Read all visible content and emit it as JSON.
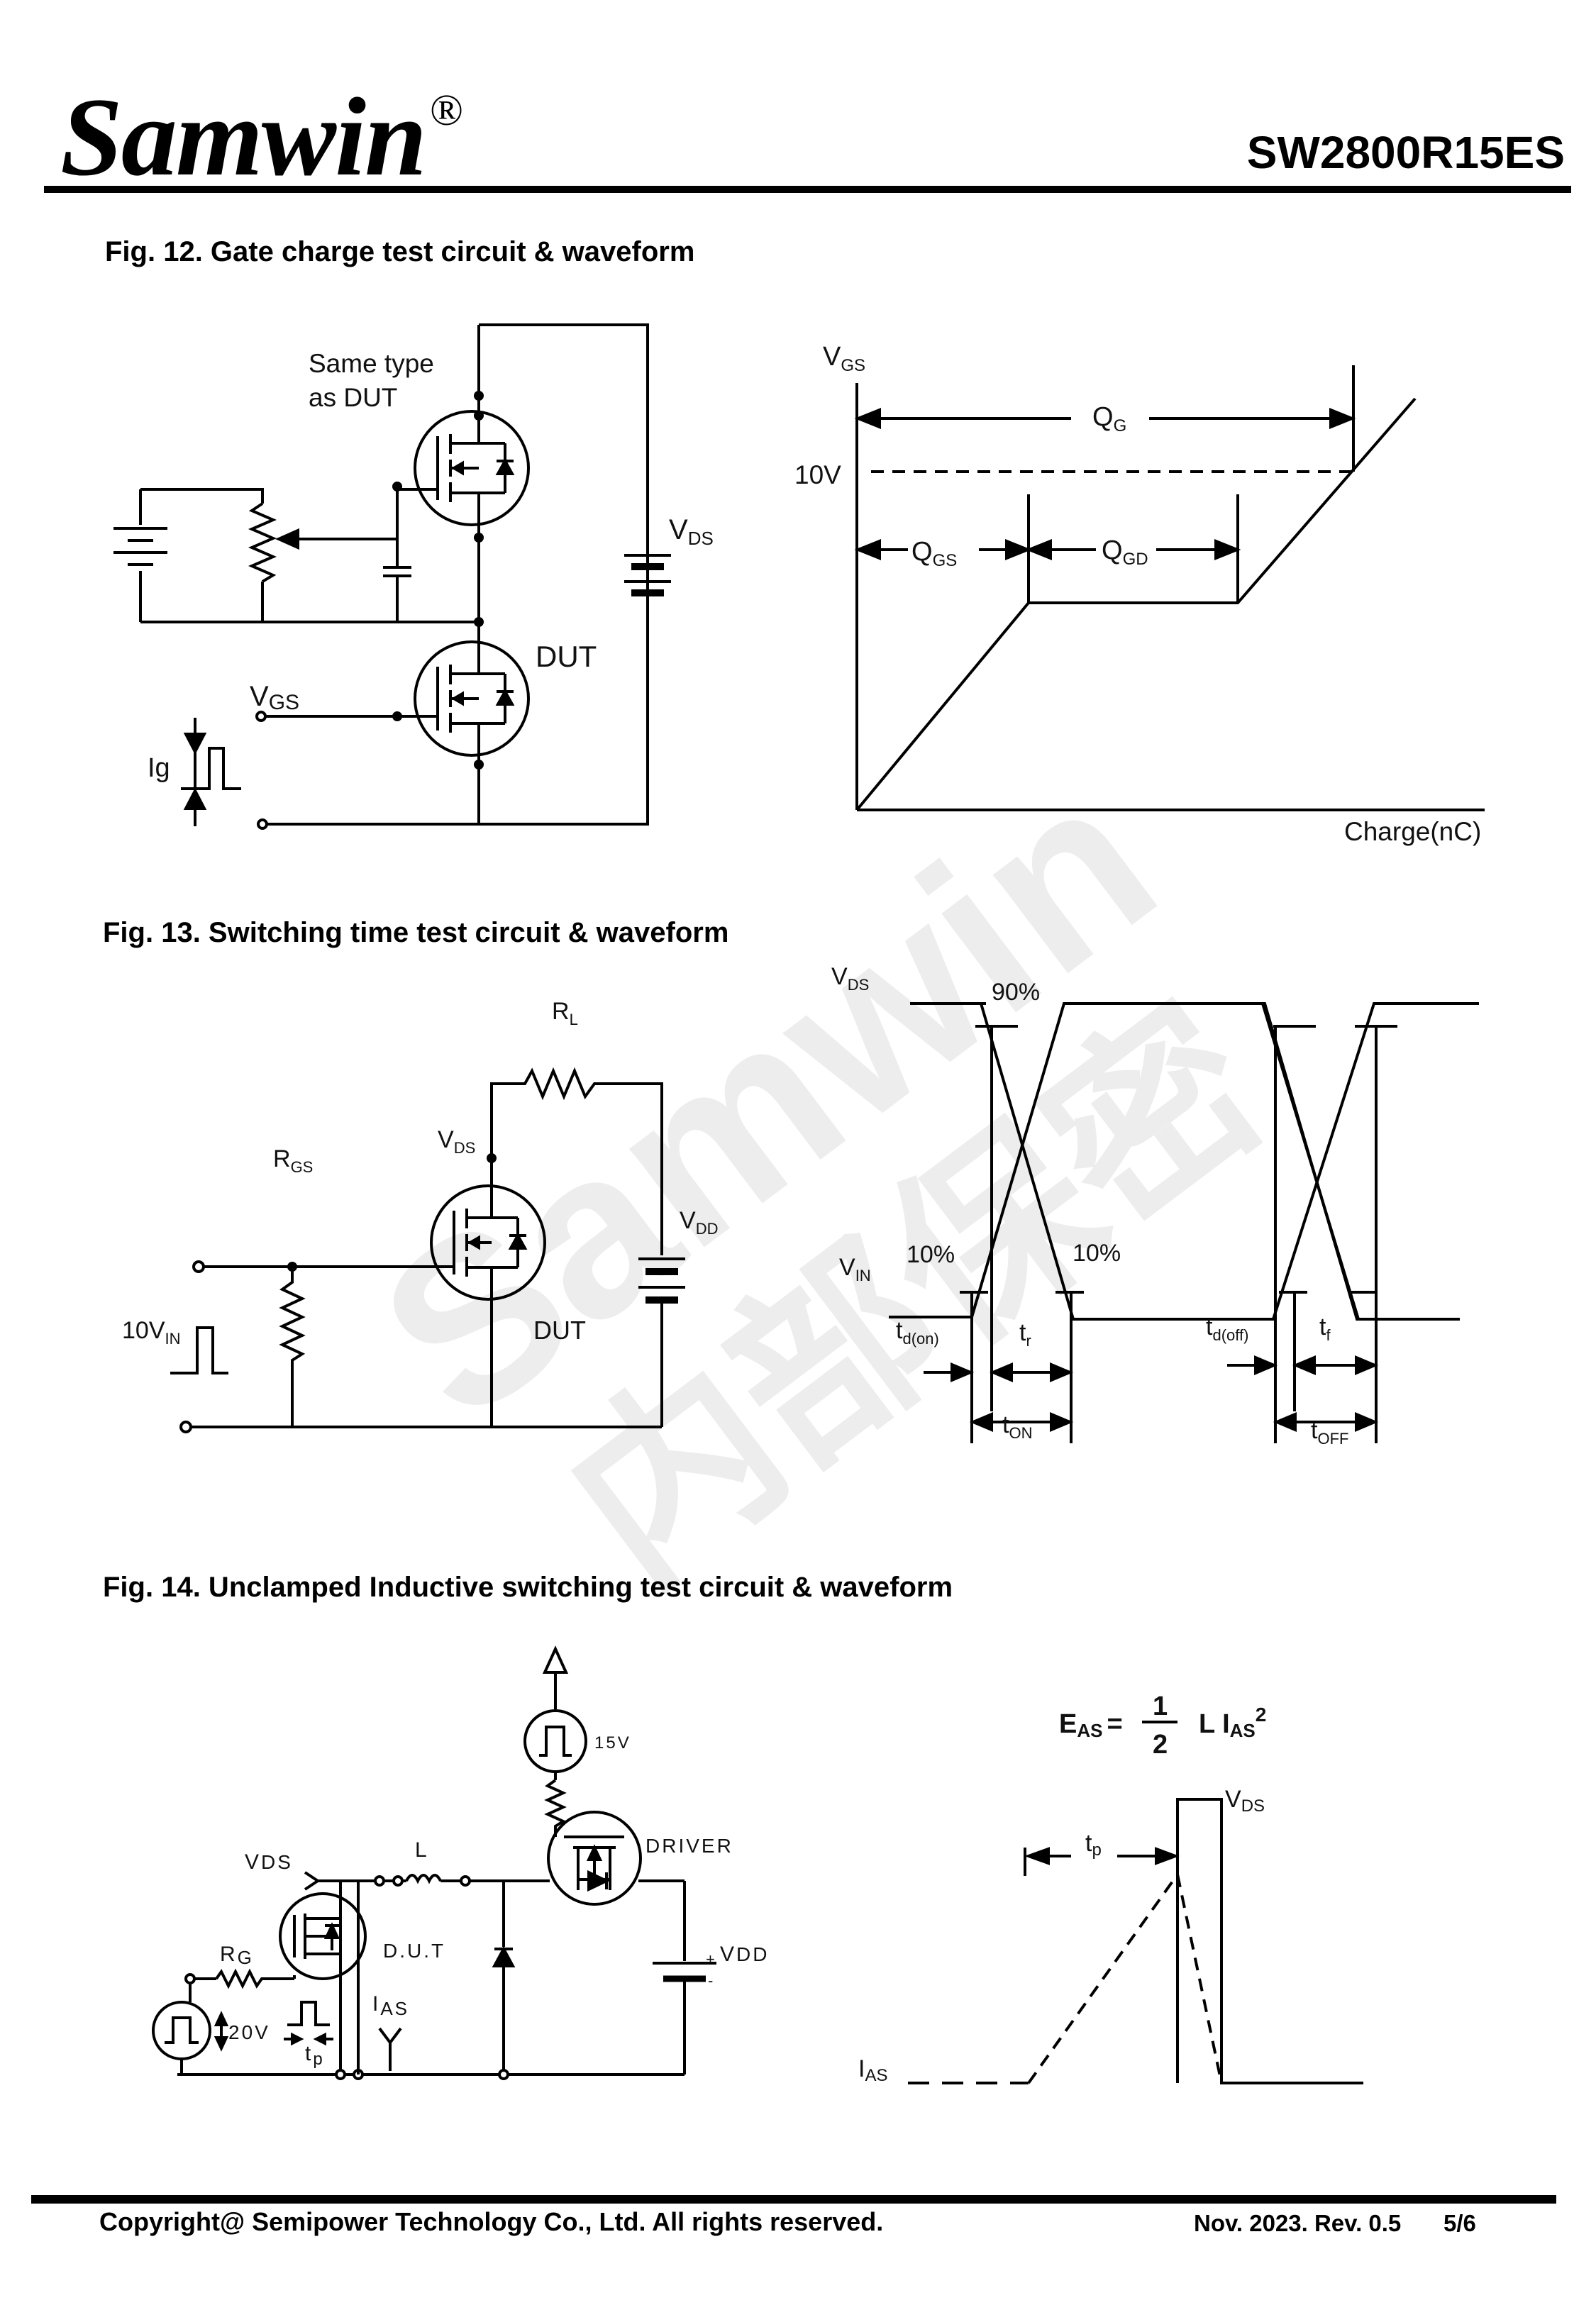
{
  "header": {
    "logo": "Samwin",
    "reg_mark": "®",
    "part_number": "SW2800R15ES"
  },
  "fig12": {
    "title": "Fig. 12. Gate charge test circuit & waveform",
    "same_type_1": "Same type",
    "same_type_2": "as DUT",
    "dut": "DUT",
    "vds": "V",
    "vds_sub": "DS",
    "vgs": "V",
    "vgs_sub": "GS",
    "ig": "Ig",
    "wave_vgs": "V",
    "wave_vgs_sub": "GS",
    "qg": "Q",
    "qg_sub": "G",
    "v10": "10V",
    "qgs": "Q",
    "qgs_sub": "GS",
    "qgd": "Q",
    "qgd_sub": "GD",
    "charge": "Charge(nC)"
  },
  "fig13": {
    "title": "Fig. 13. Switching time test circuit & waveform",
    "rl": "R",
    "rl_sub": "L",
    "vds": "V",
    "vds_sub": "DS",
    "rgs": "R",
    "rgs_sub": "GS",
    "vdd": "V",
    "vdd_sub": "DD",
    "vin10": "10V",
    "vin10_sub": "IN",
    "dut": "DUT",
    "wave_vds": "V",
    "wave_vds_sub": "DS",
    "p90": "90%",
    "wave_vin": "V",
    "wave_vin_sub": "IN",
    "p10a": "10%",
    "p10b": "10%",
    "tdon": "t",
    "tdon_sub": "d(on)",
    "tr": "t",
    "tr_sub": "r",
    "tdoff": "t",
    "tdoff_sub": "d(off)",
    "tf": "t",
    "tf_sub": "f",
    "ton": "t",
    "ton_sub": "ON",
    "toff": "t",
    "toff_sub": "OFF"
  },
  "fig14": {
    "title": "Fig. 14. Unclamped Inductive switching test circuit & waveform",
    "v15": "15V",
    "driver": "DRIVER",
    "vds": "V",
    "vds_sub": "DS",
    "l": "L",
    "dut": "D.U.T",
    "rg": "R",
    "rg_sub": "G",
    "ias": "I",
    "ias_sub": "AS",
    "v20": "20V",
    "tp": "t",
    "tp_sub": "p",
    "vdd": "V",
    "vdd_sub": "DD",
    "plus": "+",
    "minus": "-",
    "eas": "E",
    "eas_sub": "AS",
    "eq": "=",
    "num": "1",
    "den": "2",
    "l_i": "L I",
    "l_i_sub": "AS",
    "sq": "2",
    "wave_vds": "V",
    "wave_vds_sub": "DS",
    "wave_tp": "t",
    "wave_tp_sub": "p",
    "wave_ias": "I",
    "wave_ias_sub": "AS"
  },
  "watermark": {
    "line1": "Samwin",
    "line2": "内部保密"
  },
  "footer": {
    "copyright": "Copyright@ Semipower Technology Co., Ltd. All rights reserved.",
    "date_rev": "Nov. 2023. Rev. 0.5",
    "page": "5/6"
  }
}
